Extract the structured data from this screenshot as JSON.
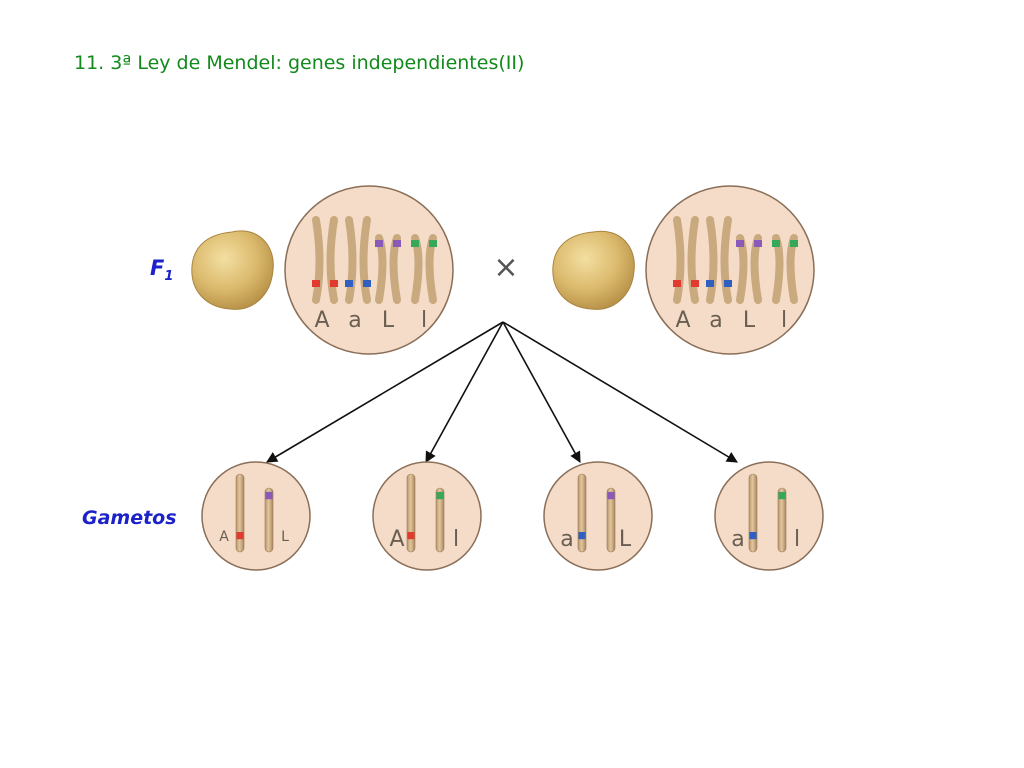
{
  "title": "11. 3ª Ley de Mendel: genes independientes(II)",
  "labels": {
    "f1_main": "F",
    "f1_sub": "1",
    "gametos": "Gametos",
    "cross": "×"
  },
  "f1_cells": [
    {
      "alleles": [
        "A",
        "a",
        "L",
        "l"
      ]
    },
    {
      "alleles": [
        "A",
        "a",
        "L",
        "l"
      ]
    }
  ],
  "gametes": [
    {
      "alleles": [
        "A",
        "L"
      ]
    },
    {
      "alleles": [
        "A",
        "l"
      ]
    },
    {
      "alleles": [
        "a",
        "L"
      ]
    },
    {
      "alleles": [
        "a",
        "l"
      ]
    }
  ],
  "colors": {
    "allele_A": "#e03b2e",
    "allele_a": "#2f5fc0",
    "allele_L": "#8a5ab8",
    "allele_l": "#35a85a",
    "cell_fill": "#f4dcc8",
    "cell_stroke": "#8a6e58",
    "chromosome": "#d2b38a",
    "pea": "#dcbb6e"
  }
}
